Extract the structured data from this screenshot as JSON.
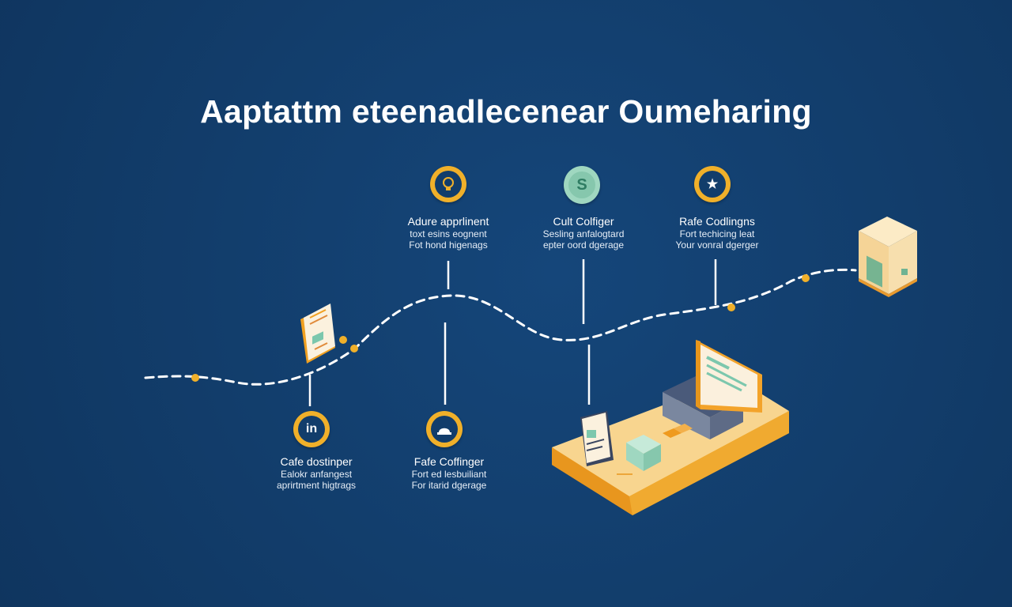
{
  "title": "Aaptattm eteenadlecenear Oumeharing",
  "colors": {
    "background": "#123d6b",
    "accent": "#f0b02a",
    "mint": "#9fd7c0",
    "path": "#ffffff"
  },
  "nodes": [
    {
      "id": "top-1",
      "icon": "lightbulb-icon",
      "heading": "Adure apprlinent",
      "lines": [
        "toxt esins eognent",
        "Fot hond higenags"
      ]
    },
    {
      "id": "top-2",
      "icon": "s-badge-icon",
      "glyph": "S",
      "heading": "Cult Colfiger",
      "lines": [
        "Sesling anfalogtard",
        "epter oord dgerage"
      ]
    },
    {
      "id": "top-3",
      "icon": "star-icon",
      "glyph": "★",
      "heading": "Rafe Codlingns",
      "lines": [
        "Fort techicing leat",
        "Your vonral dgerger"
      ]
    },
    {
      "id": "bottom-1",
      "icon": "linkedin-icon",
      "glyph": "in",
      "heading": "Cafe dostinper",
      "lines": [
        "Ealokr anfangest",
        "aprirtment higtrags"
      ]
    },
    {
      "id": "bottom-2",
      "icon": "hardhat-icon",
      "heading": "Fafe Coffinger",
      "lines": [
        "Fort ed lesbuiliant",
        "For itarid dgerage"
      ]
    }
  ]
}
